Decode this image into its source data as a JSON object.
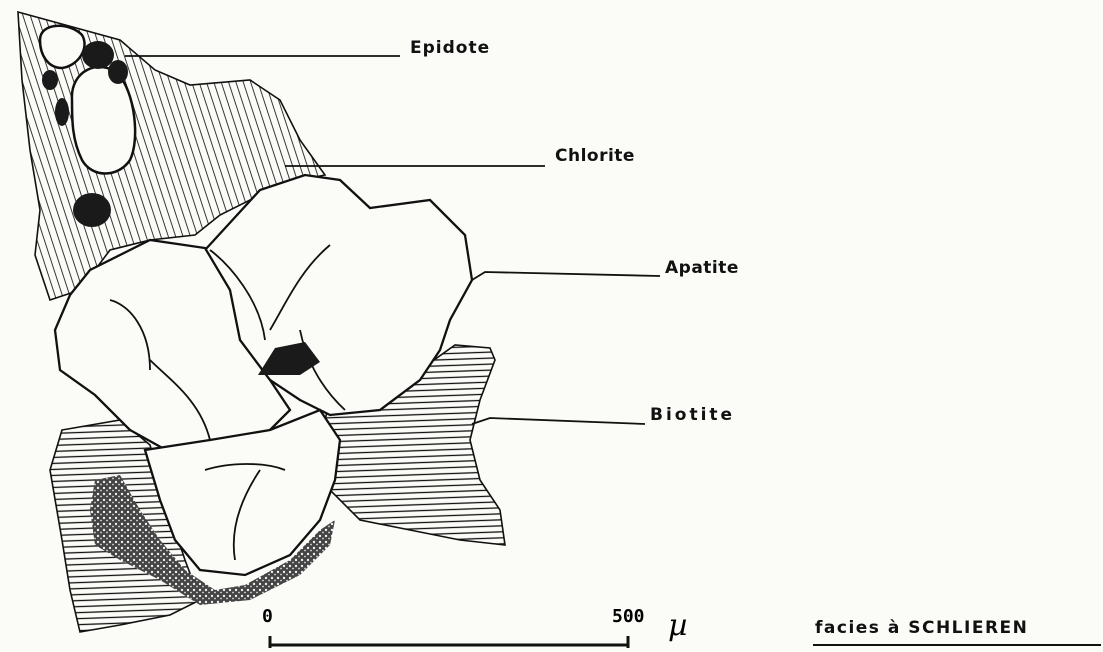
{
  "figure": {
    "labels": {
      "epidote": "Epidote",
      "chlorite": "Chlorite",
      "apatite": "Apatite",
      "biotite": "Biotite"
    },
    "scale_bar": {
      "start": "0",
      "end": "500",
      "unit": "µ"
    },
    "caption": "facies à SCHLIEREN"
  }
}
